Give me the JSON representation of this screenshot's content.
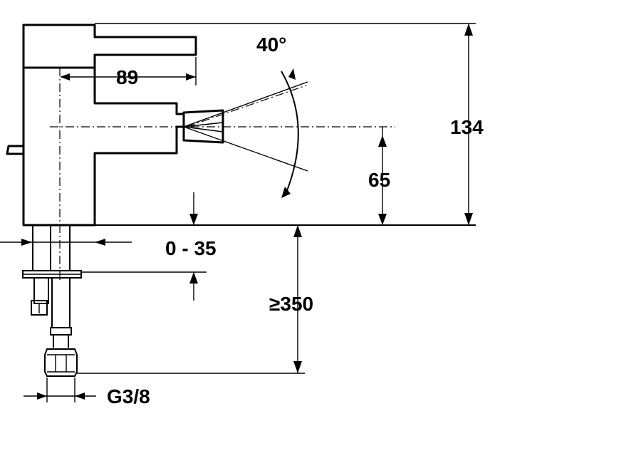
{
  "dimensions": {
    "lever_length": "89",
    "angle": "40°",
    "total_height": "134",
    "spout_height": "65",
    "deck_thickness": "0 - 35",
    "hose_length": "≥350",
    "connection_thread": "G3/8"
  }
}
